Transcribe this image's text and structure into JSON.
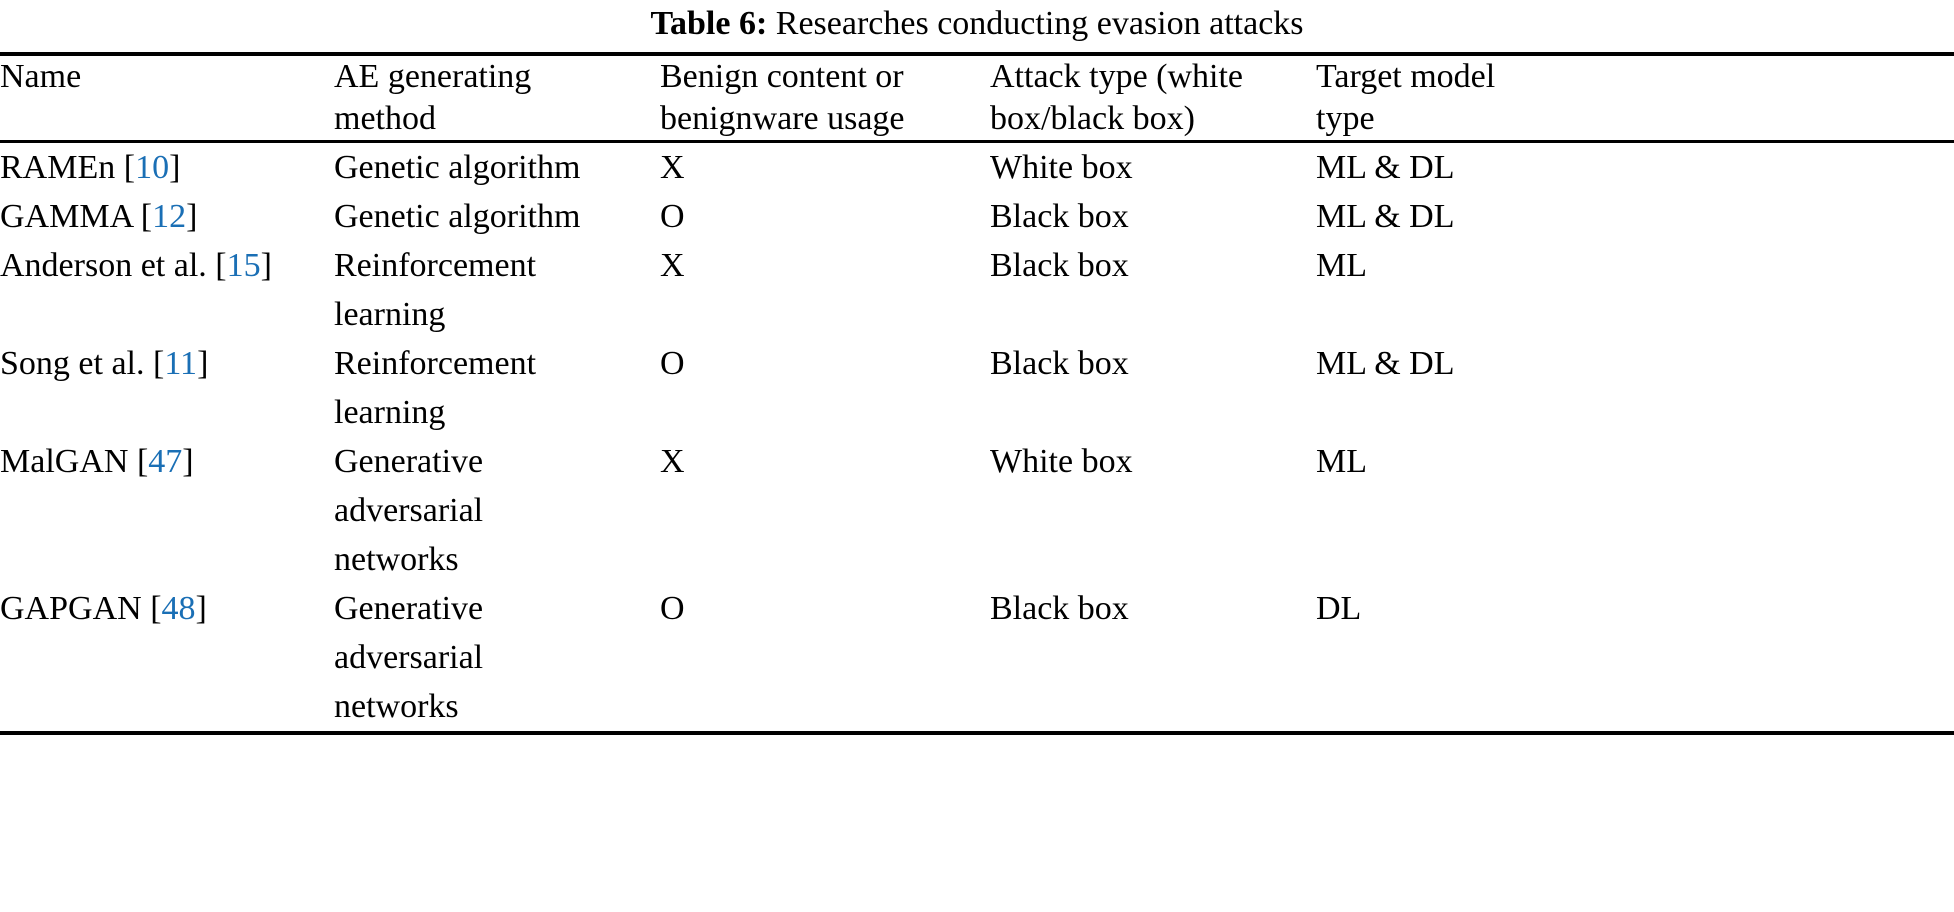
{
  "caption": {
    "label": "Table 6:",
    "text": "Researches conducting evasion attacks"
  },
  "colors": {
    "rule": "#000000",
    "text": "#000000",
    "citation_link": "#1a6fb5",
    "background": "#ffffff"
  },
  "table": {
    "headers": [
      {
        "line1": "Name",
        "line2": ""
      },
      {
        "line1": "AE generating",
        "line2": "method"
      },
      {
        "line1": "Benign content or",
        "line2": "benignware usage"
      },
      {
        "line1": "Attack type (white",
        "line2": "box/black box)"
      },
      {
        "line1": "Target model",
        "line2": "type"
      }
    ],
    "rows": [
      {
        "name": "RAMEn",
        "name_citation": "10",
        "method_lines": [
          "Genetic algorithm"
        ],
        "benign_usage": "X",
        "attack_type": "White box",
        "target_model": "ML & DL"
      },
      {
        "name": "GAMMA",
        "name_citation": "12",
        "method_lines": [
          "Genetic algorithm"
        ],
        "benign_usage": "O",
        "attack_type": "Black box",
        "target_model": "ML & DL"
      },
      {
        "name": "Anderson et al.",
        "name_citation": "15",
        "method_lines": [
          "Reinforcement",
          "learning"
        ],
        "benign_usage": "X",
        "attack_type": "Black box",
        "target_model": "ML"
      },
      {
        "name": "Song et al.",
        "name_citation": "11",
        "method_lines": [
          "Reinforcement",
          "learning"
        ],
        "benign_usage": "O",
        "attack_type": "Black box",
        "target_model": "ML & DL"
      },
      {
        "name": "MalGAN",
        "name_citation": "47",
        "method_lines": [
          "Generative",
          "adversarial",
          "networks"
        ],
        "benign_usage": "X",
        "attack_type": "White box",
        "target_model": "ML"
      },
      {
        "name": "GAPGAN",
        "name_citation": "48",
        "method_lines": [
          "Generative",
          "adversarial",
          "networks"
        ],
        "benign_usage": "O",
        "attack_type": "Black box",
        "target_model": "DL"
      }
    ]
  }
}
